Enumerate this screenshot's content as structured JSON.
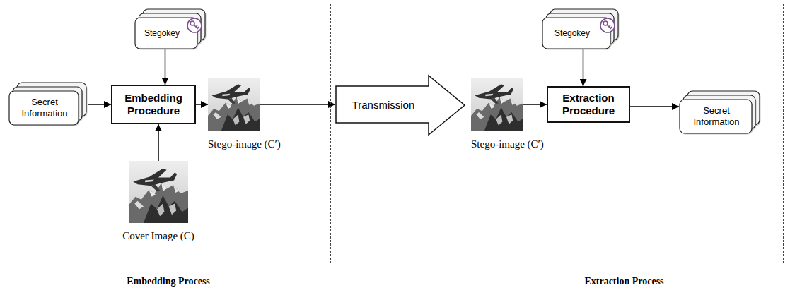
{
  "diagram": {
    "nodes": [
      {
        "text": [
          "Embedding Process"
        ]
      },
      {
        "text": [
          "Stegokey"
        ],
        "in": 0
      },
      {
        "text": [
          "Secret Information"
        ],
        "in": 0
      },
      {
        "text": [
          "Embedding Procedure"
        ],
        "in": 0
      },
      {
        "text": [
          "Cover Image (C)"
        ],
        "in": 0
      },
      {
        "text": [
          "Stego-image (C′)"
        ],
        "in": 0
      },
      {
        "text": [
          "Transmission"
        ]
      },
      {
        "text": [
          "Extraction Process"
        ]
      },
      {
        "text": [
          "Stego-image (C′)"
        ],
        "in": 7
      },
      {
        "text": [
          "Stegokey"
        ],
        "in": 7
      },
      {
        "text": [
          "Extraction Procedure"
        ],
        "in": 7
      },
      {
        "text": [
          "Secret Information"
        ],
        "in": 7
      }
    ],
    "edges": [
      {
        "from": 2,
        "to": 3,
        "arrow": "to"
      },
      {
        "from": 1,
        "to": 3,
        "arrow": "to"
      },
      {
        "from": 4,
        "to": 3,
        "arrow": "to"
      },
      {
        "from": 3,
        "to": 5,
        "arrow": "to"
      },
      {
        "from": 5,
        "to": 6,
        "arrow": "to"
      },
      {
        "from": 8,
        "to": 10,
        "arrow": "to"
      },
      {
        "from": 9,
        "to": 10,
        "arrow": "to"
      },
      {
        "from": 10,
        "to": 11,
        "arrow": "to"
      }
    ]
  }
}
